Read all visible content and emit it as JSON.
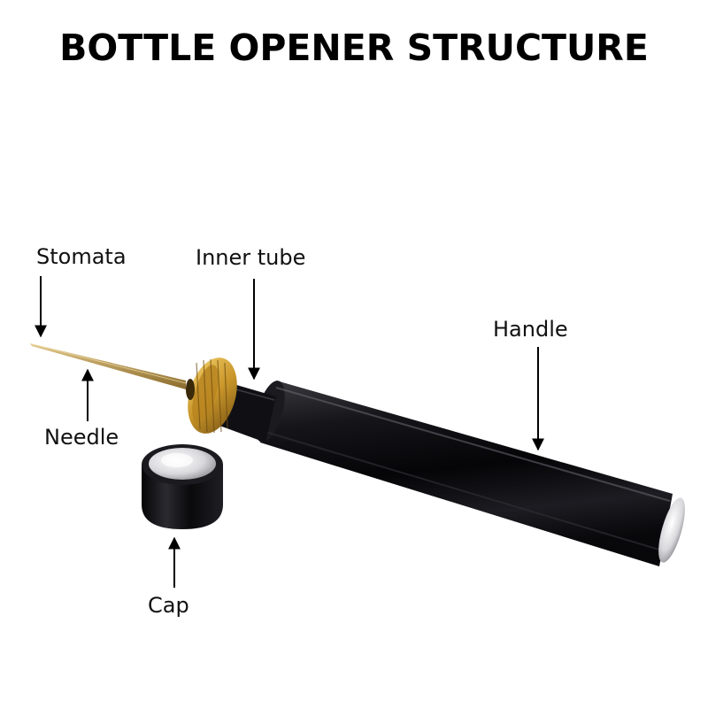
{
  "title": "BOTTLE OPENER STRUCTURE",
  "labels": {
    "stomata": "Stomata",
    "inner_tube": "Inner tube",
    "handle": "Handle",
    "needle": "Needle",
    "cap": "Cap"
  },
  "colors": {
    "body": "#0b0b0d",
    "gold": "#c9962a",
    "silver": "#d8d8dc",
    "arrow": "#000000"
  }
}
